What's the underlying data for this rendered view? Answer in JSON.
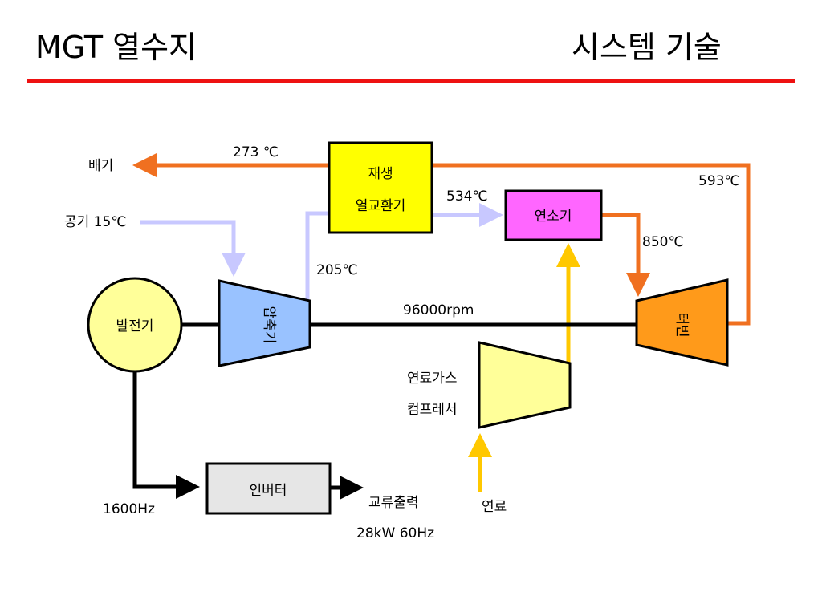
{
  "title": {
    "left": "MGT 열수지",
    "right": "시스템 기술"
  },
  "colors": {
    "rule": "#ee1111",
    "exhaust_flow": "#f07020",
    "air_flow": "#c8c8ff",
    "fuel_flow": "#ffc800",
    "shaft": "#000000"
  },
  "nodes": {
    "generator": {
      "label": "발전기",
      "color": "#ffff99"
    },
    "compressor": {
      "label": "압축기",
      "color": "#99c2ff"
    },
    "turbine": {
      "label": "터빈",
      "color": "#ff9a1a"
    },
    "recuperator": {
      "label_line1": "재생",
      "label_line2": "열교환기",
      "color": "#ffff00"
    },
    "combustor": {
      "label": "연소기",
      "color": "#ff66ff"
    },
    "fuel_gas_compressor": {
      "label_line1": "연료가스",
      "label_line2": "컴프레서",
      "color": "#ffff99"
    },
    "inverter": {
      "label": "인버터",
      "color": "#e6e6e6"
    }
  },
  "labels": {
    "exhaust": "배기",
    "air_in": "공기 15℃",
    "t_exhaust": "273 ℃",
    "t_recup_out": "534℃",
    "t_turbine_out": "593℃",
    "t_combustor_out": "850℃",
    "t_compressor_out": "205℃",
    "shaft_speed": "96000rpm",
    "gen_freq": "1600Hz",
    "ac_output": "교류출력",
    "ac_spec": "28kW 60Hz",
    "fuel": "연료"
  }
}
